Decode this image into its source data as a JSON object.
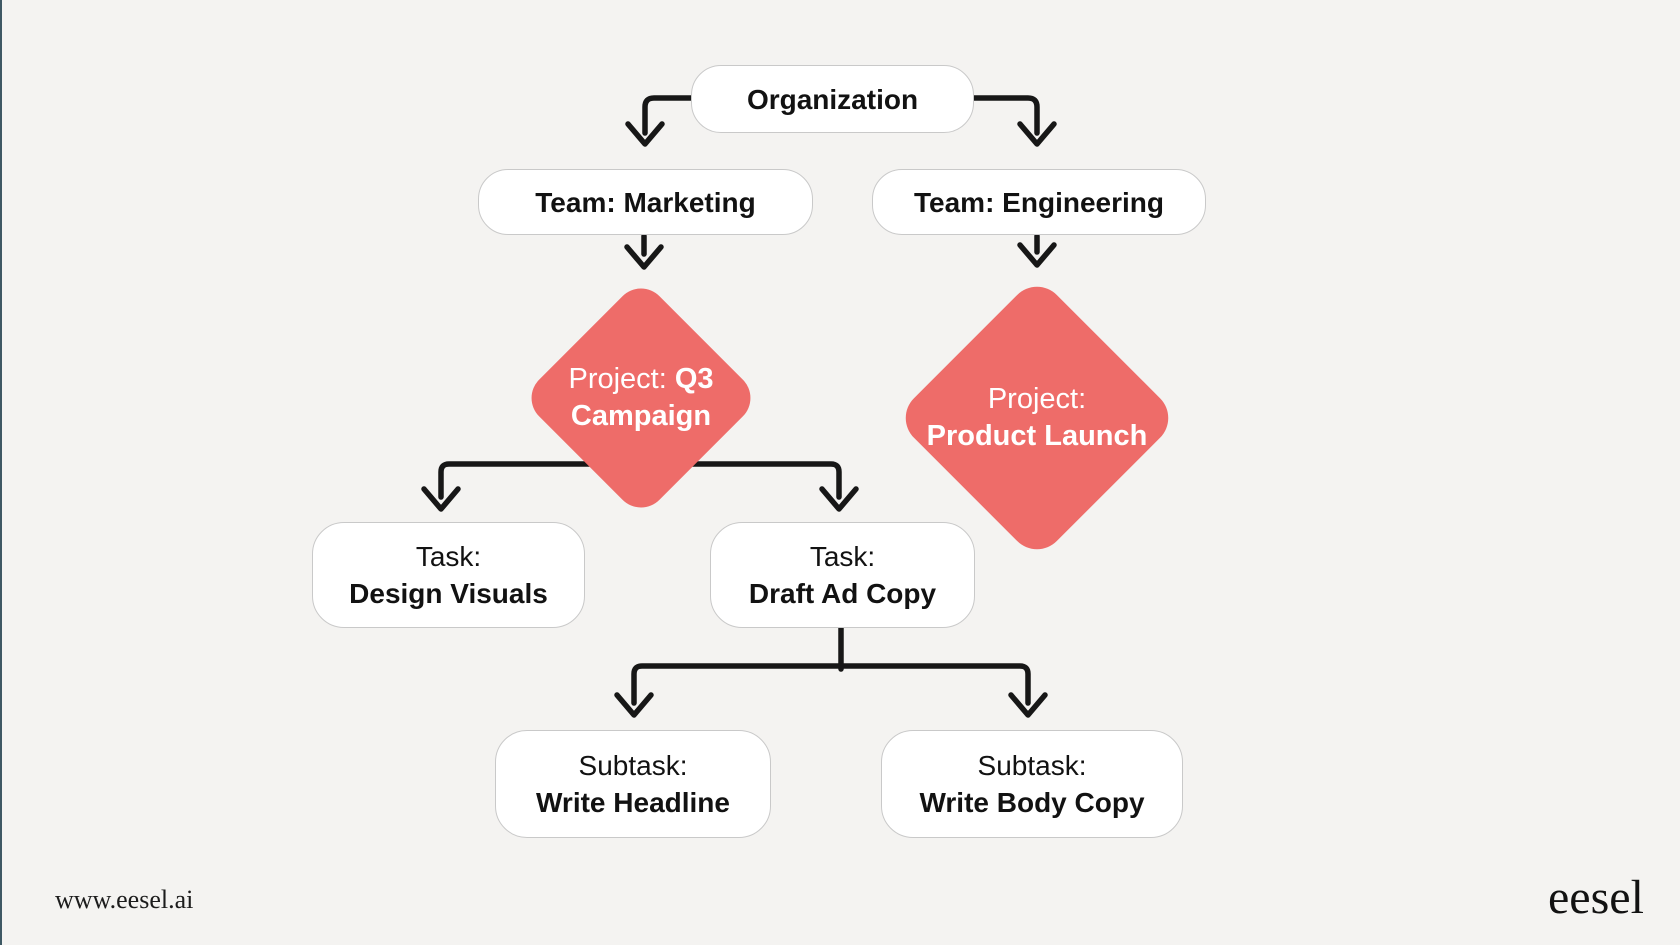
{
  "page": {
    "background_color": "#f4f3f1",
    "left_edge_color": "#3e5864"
  },
  "nodes": {
    "organization": {
      "label": "Organization"
    },
    "team_marketing": {
      "label": "Team: Marketing"
    },
    "team_engineering": {
      "label": "Team: Engineering"
    },
    "project_q3_campaign": {
      "prefix": "Project:",
      "name_line1": "Q3",
      "name_line2": "Campaign",
      "fill_color": "#ee6c69",
      "text_color": "#ffffff"
    },
    "project_product_launch": {
      "prefix": "Project:",
      "name_line1": "",
      "name_line2": "Product Launch",
      "fill_color": "#ee6c69",
      "text_color": "#ffffff"
    },
    "task_design_visuals": {
      "prefix": "Task:",
      "name": "Design Visuals"
    },
    "task_draft_ad_copy": {
      "prefix": "Task:",
      "name": "Draft Ad Copy"
    },
    "subtask_write_headline": {
      "prefix": "Subtask:",
      "name": "Write Headline"
    },
    "subtask_write_body_copy": {
      "prefix": "Subtask:",
      "name": "Write Body Copy"
    }
  },
  "edges": [
    {
      "from": "organization",
      "to": "team_marketing"
    },
    {
      "from": "organization",
      "to": "team_engineering"
    },
    {
      "from": "team_marketing",
      "to": "project_q3_campaign"
    },
    {
      "from": "team_engineering",
      "to": "project_product_launch"
    },
    {
      "from": "project_q3_campaign",
      "to": "task_design_visuals"
    },
    {
      "from": "project_q3_campaign",
      "to": "task_draft_ad_copy"
    },
    {
      "from": "task_draft_ad_copy",
      "to": "subtask_write_headline"
    },
    {
      "from": "task_draft_ad_copy",
      "to": "subtask_write_body_copy"
    }
  ],
  "footer": {
    "url": "www.eesel.ai",
    "brand": "eesel"
  },
  "colors": {
    "diamond_fill": "#ee6c69",
    "connector": "#171717",
    "box_border": "#c9c9c9",
    "box_fill": "#ffffff",
    "text": "#121212"
  }
}
